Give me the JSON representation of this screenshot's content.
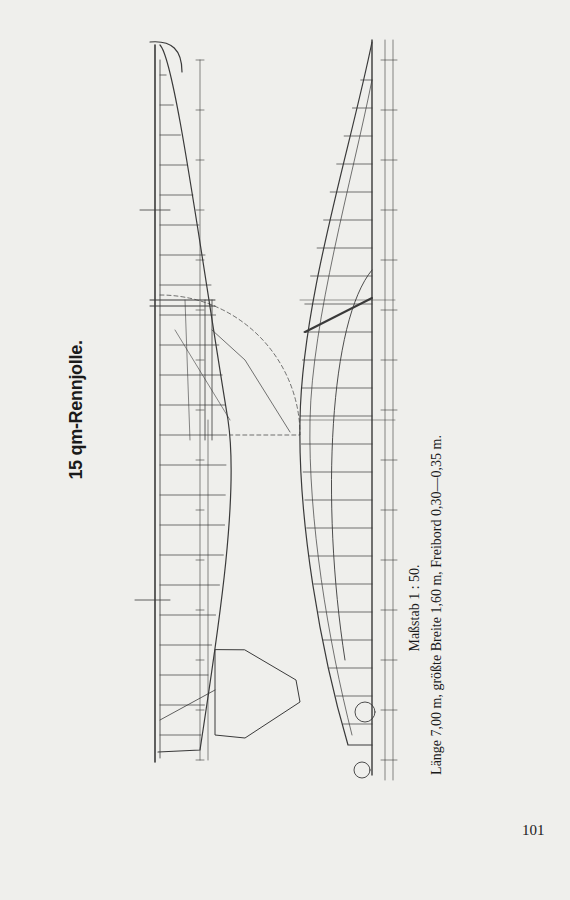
{
  "diagram": {
    "title": "15 qm-Rennjolle.",
    "caption": "Maßstab 1 : 50.",
    "labels": [
      "Länge 7,00 m, größte Breite 1,60 m, Freibord 0,30—0,35 m.",
      "101"
    ]
  }
}
